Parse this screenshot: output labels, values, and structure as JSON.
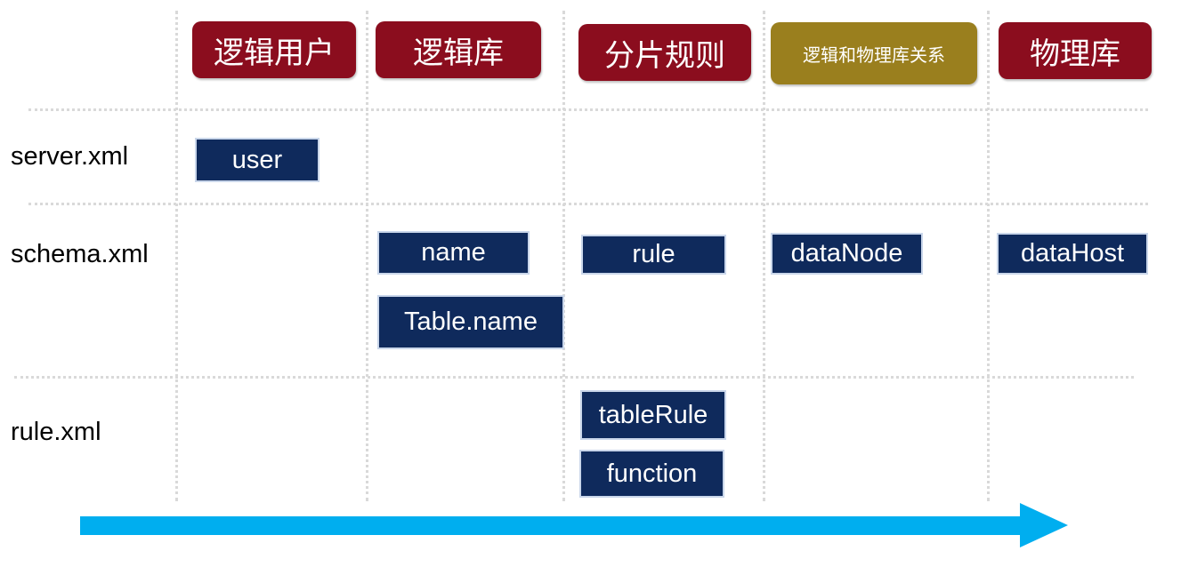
{
  "headers": {
    "logical_user": "逻辑用户",
    "logical_db": "逻辑库",
    "shard_rule": "分片规则",
    "logical_physical_relation": "逻辑和物理库关系",
    "physical_db": "物理库"
  },
  "rows": {
    "server": "server.xml",
    "schema": "schema.xml",
    "rule": "rule.xml"
  },
  "boxes": {
    "user": "user",
    "name": "name",
    "table_name": "Table.name",
    "rule": "rule",
    "data_node": "dataNode",
    "data_host": "dataHost",
    "table_rule": "tableRule",
    "function": "function"
  },
  "colors": {
    "header_red": "#8b0d1e",
    "header_gold": "#9a7f1e",
    "box_navy": "#0f2a5c",
    "arrow_blue": "#00aeef",
    "grid": "#d9d9d9"
  },
  "arrow_icon": "right-arrow-icon"
}
